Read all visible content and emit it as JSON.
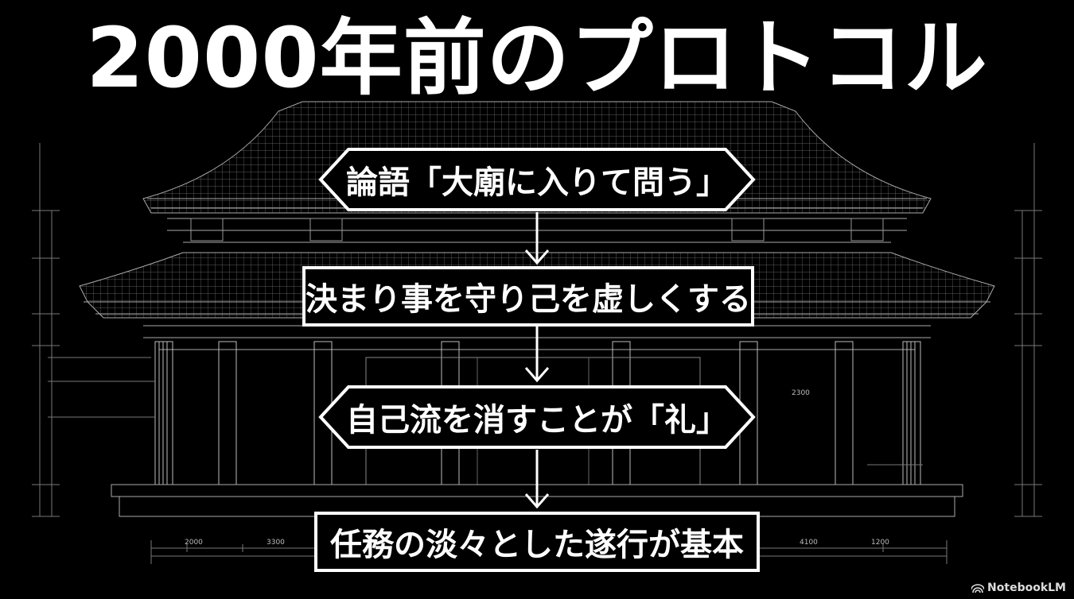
{
  "title": "2000年前のプロトコル",
  "steps": [
    {
      "label": "論語「大廟に入りて問う」",
      "shape": "hexagon"
    },
    {
      "label": "決まり事を守り己を虚しくする",
      "shape": "rectangle"
    },
    {
      "label": "自己流を消すことが「礼」",
      "shape": "hexagon"
    },
    {
      "label": "任務の淡々とした遂行が基本",
      "shape": "rectangle"
    }
  ],
  "dimensions": [
    "2000",
    "3300",
    "4100",
    "1200",
    "2300"
  ],
  "branding": {
    "label": "NotebookLM",
    "icon": "notebooklm-logo-icon"
  }
}
